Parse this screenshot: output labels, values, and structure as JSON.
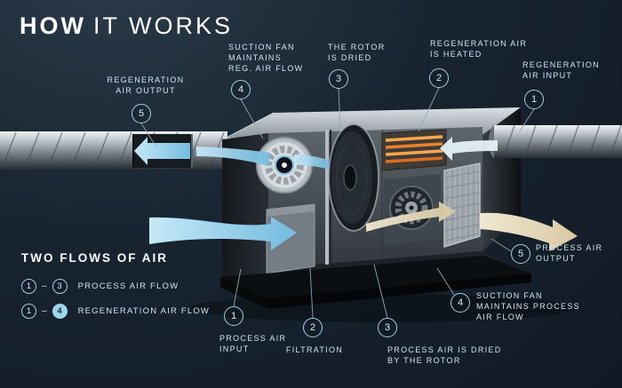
{
  "title": {
    "bold": "HOW",
    "light": "IT WORKS"
  },
  "colors": {
    "background": "#17232f",
    "accent_blue": "#8fd0ea",
    "label_text": "#cde6f2",
    "heater_orange": "#e8832c",
    "dry_air_beige": "#e7dcbf"
  },
  "callouts": {
    "top": [
      {
        "num": "5",
        "lines": [
          "REGENERATION",
          "AIR OUTPUT"
        ]
      },
      {
        "num": "4",
        "lines": [
          "SUCTION FAN",
          "MAINTAINS",
          "REG. AIR FLOW"
        ]
      },
      {
        "num": "3",
        "lines": [
          "THE ROTOR",
          "IS DRIED"
        ]
      },
      {
        "num": "2",
        "lines": [
          "REGENERATION AIR",
          "IS HEATED"
        ]
      },
      {
        "num": "1",
        "lines": [
          "REGENERATION",
          "AIR INPUT"
        ]
      }
    ],
    "bottom": [
      {
        "num": "1",
        "lines": [
          "PROCESS AIR",
          "INPUT"
        ]
      },
      {
        "num": "2",
        "lines": [
          "FILTRATION"
        ]
      },
      {
        "num": "3",
        "lines": [
          "PROCESS AIR IS DRIED",
          "BY THE ROTOR"
        ]
      },
      {
        "num": "4",
        "lines": [
          "SUCTION FAN",
          "MAINTAINS PROCESS",
          "AIR FLOW"
        ]
      },
      {
        "num": "5",
        "lines": [
          "PROCESS AIR",
          "OUTPUT"
        ]
      }
    ]
  },
  "legend": {
    "title": "TWO FLOWS OF AIR",
    "rows": [
      {
        "from": "1",
        "separator": "–",
        "to": "3",
        "label": "PROCESS AIR FLOW"
      },
      {
        "from": "1",
        "separator": "–",
        "to": "4",
        "label": "REGENERATION AIR FLOW"
      }
    ]
  }
}
